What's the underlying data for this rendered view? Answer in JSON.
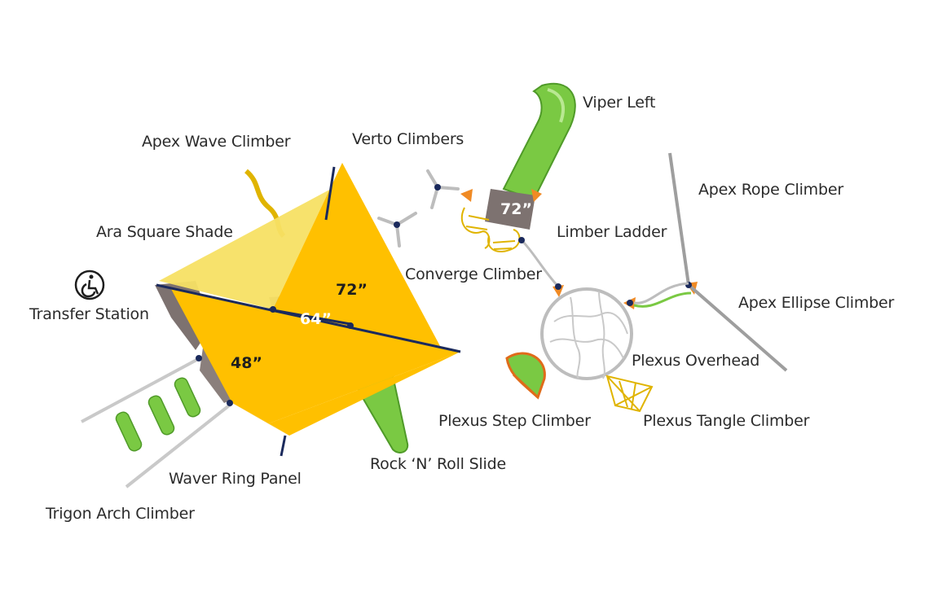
{
  "labels": {
    "viper_left": "Viper Left",
    "apex_wave_climber": "Apex Wave Climber",
    "verto_climbers": "Verto Climbers",
    "apex_rope_climber": "Apex Rope Climber",
    "ara_square_shade": "Ara Square Shade",
    "limber_ladder": "Limber Ladder",
    "converge_climber": "Converge Climber",
    "transfer_station": "Transfer Station",
    "apex_ellipse_climber": "Apex Ellipse Climber",
    "plexus_overhead": "Plexus Overhead",
    "plexus_step_climber": "Plexus Step Climber",
    "plexus_tangle_climber": "Plexus Tangle Climber",
    "rock_n_roll_slide": "Rock ‘N’ Roll Slide",
    "waver_ring_panel": "Waver Ring Panel",
    "trigon_arch_climber": "Trigon Arch Climber"
  },
  "deck_heights": {
    "deck_72_upper": "72”",
    "deck_72_left": "72”",
    "deck_64": "64”",
    "deck_48": "48”"
  },
  "icons": [
    "accessibility-icon"
  ],
  "colors": {
    "shade_yellow": "#f5c518",
    "shade_orange": "#ffc000",
    "slide_green": "#7ac943",
    "deck_brown": "#7d7270",
    "frame_navy": "#1b2a5c",
    "clamp_orange": "#f08a24"
  }
}
